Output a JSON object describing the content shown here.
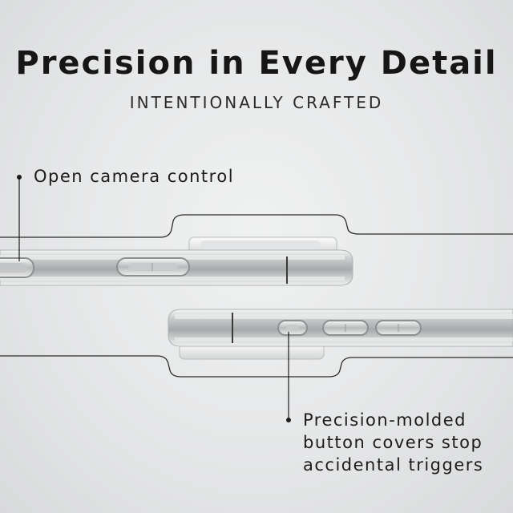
{
  "headline": {
    "title": "Precision in Every Detail",
    "subtitle": "INTENTIONALLY CRAFTED"
  },
  "callouts": {
    "top": "Open camera control",
    "bottom": [
      "Precision-molded",
      "button covers stop",
      "accidental triggers"
    ]
  },
  "colors": {
    "line": "#2b2b2b",
    "case_dark": "#9fa2a4",
    "case_light": "#e9ebec"
  }
}
